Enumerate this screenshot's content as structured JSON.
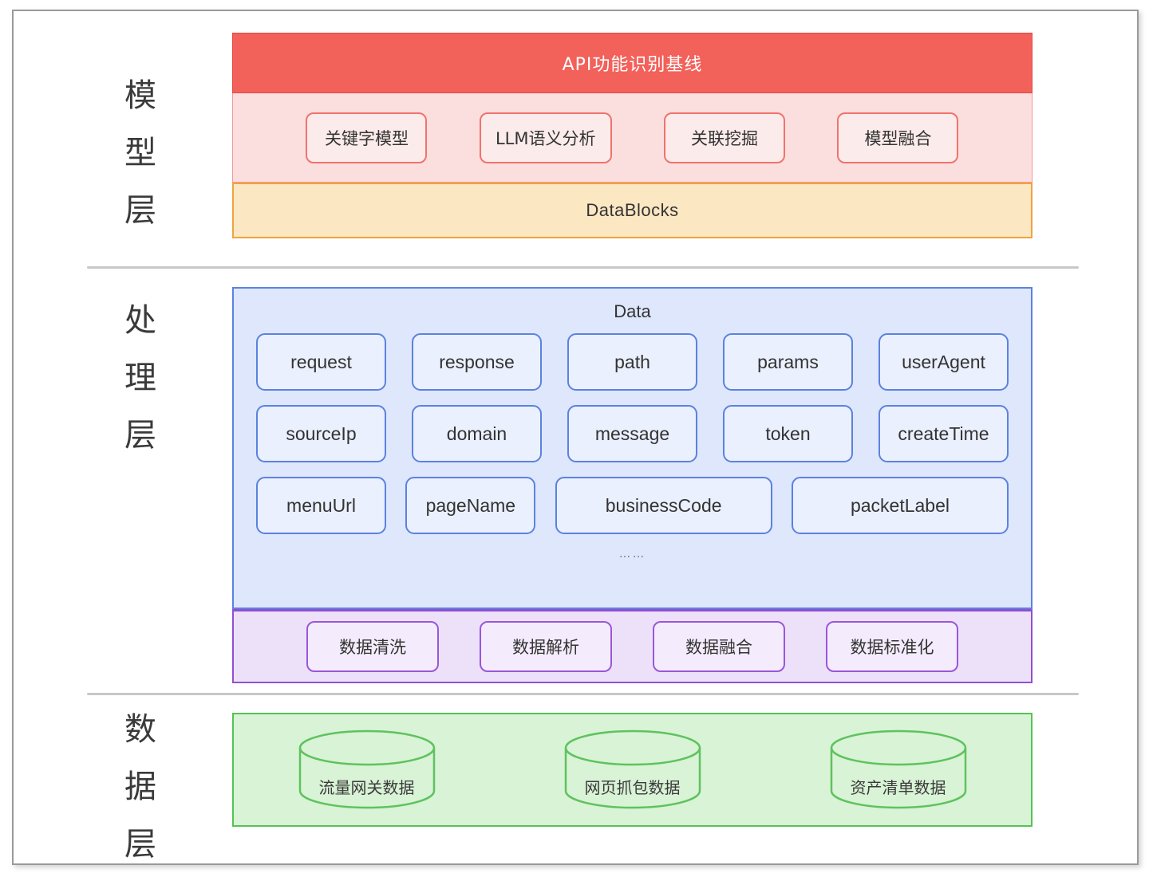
{
  "layers": {
    "model": {
      "label": "模型层",
      "baseline_title": "API功能识别基线",
      "models": [
        {
          "label": "关键字模型"
        },
        {
          "label": "LLM语义分析"
        },
        {
          "label": "关联挖掘"
        },
        {
          "label": "模型融合"
        }
      ],
      "datablocks_label": "DataBlocks"
    },
    "processing": {
      "label": "处理层",
      "data_title": "Data",
      "field_rows": [
        [
          {
            "label": "request",
            "width": "std"
          },
          {
            "label": "response",
            "width": "std"
          },
          {
            "label": "path",
            "width": "std"
          },
          {
            "label": "params",
            "width": "std"
          },
          {
            "label": "userAgent",
            "width": "std"
          }
        ],
        [
          {
            "label": "sourceIp",
            "width": "std"
          },
          {
            "label": "domain",
            "width": "std"
          },
          {
            "label": "message",
            "width": "std"
          },
          {
            "label": "token",
            "width": "std"
          },
          {
            "label": "createTime",
            "width": "std"
          }
        ],
        [
          {
            "label": "menuUrl",
            "width": "std"
          },
          {
            "label": "pageName",
            "width": "std"
          },
          {
            "label": "businessCode",
            "width": "wide"
          },
          {
            "label": "packetLabel",
            "width": "wide"
          }
        ]
      ],
      "ellipsis": "……",
      "transforms": [
        {
          "label": "数据清洗"
        },
        {
          "label": "数据解析"
        },
        {
          "label": "数据融合"
        },
        {
          "label": "数据标准化"
        }
      ]
    },
    "data": {
      "label": "数据层",
      "sources": [
        {
          "label": "流量网关数据"
        },
        {
          "label": "网页抓包数据"
        },
        {
          "label": "资产清单数据"
        }
      ]
    }
  },
  "colors": {
    "baseline_red": "#F2615A",
    "model_band_pink": "#FBDFDF",
    "model_pill_border": "#F0736D",
    "datablocks_orange_bg": "#FCE7C3",
    "datablocks_orange_border": "#F0A340",
    "data_blue_bg": "#DEE7FB",
    "data_blue_border": "#5B82E0",
    "transform_purple_bg": "#EDE1F9",
    "transform_purple_border": "#9050D0",
    "data_layer_green_bg": "#D8F3D5",
    "data_layer_green_border": "#56C254",
    "divider_grey": "#C8C8C8",
    "card_border": "#9A9A9A"
  }
}
